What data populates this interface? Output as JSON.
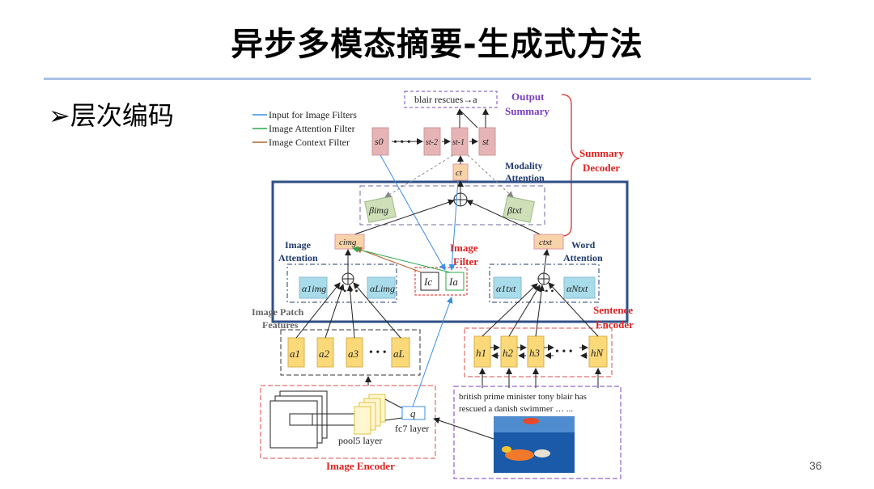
{
  "slide": {
    "title": "异步多模态摘要-生成式方法",
    "bullet": "➢层次编码",
    "page_number": "36"
  },
  "diagram": {
    "legend": [
      {
        "label": "Input for Image Filters",
        "color": "#3a8ee6"
      },
      {
        "label": "Image Attention Filter",
        "color": "#2aa84a"
      },
      {
        "label": "Image Context Filter",
        "color": "#b0602a"
      }
    ],
    "output_box": "blair rescues→a",
    "output_summary_line1": "Output",
    "output_summary_line2": "Summary",
    "summary_decoder_line1": "Summary",
    "summary_decoder_line2": "Decoder",
    "decoder_states": [
      "s0",
      "st-2",
      "st-1",
      "st"
    ],
    "ct": "ct",
    "modality_attention_line1": "Modality",
    "modality_attention_line2": "Attention",
    "beta_img": "βimg",
    "beta_txt": "βtxt",
    "c_img": "cimg",
    "c_txt": "ctxt",
    "image_attention_line1": "Image",
    "image_attention_line2": "Attention",
    "image_filter_line1": "Image",
    "image_filter_line2": "Filter",
    "word_attention_line1": "Word",
    "word_attention_line2": "Attention",
    "alpha_img_1": "α1img",
    "alpha_img_L": "αLimg",
    "alpha_txt_1": "α1txt",
    "alpha_txt_N": "αNtxt",
    "filter_ic": "Ic",
    "filter_ia": "Ia",
    "image_patch_line1": "Image Patch",
    "image_patch_line2": "Features",
    "sentence_encoder_line1": "Sentence",
    "sentence_encoder_line2": "Encoder",
    "patch_features": [
      "a1",
      "a2",
      "a3",
      "aL"
    ],
    "hidden_states": [
      "h1",
      "h2",
      "h3",
      "hN"
    ],
    "q": "q",
    "fc7": "fc7 layer",
    "pool5": "pool5 layer",
    "image_encoder": "Image Encoder",
    "sentence_line1": "british   prime   minister  tony  blair  has",
    "sentence_line2": "rescued a danish swimmer … ...",
    "colors": {
      "decoder_state": "#e6b4b4",
      "context": "#f8d2a8",
      "beta": "#cfe0b8",
      "alpha": "#a8dceb",
      "feature": "#fbd979",
      "red_label": "#e02020",
      "navy_label": "#1f3a6e",
      "purple_label": "#7a3fc0",
      "main_frame": "#2f4f86"
    }
  }
}
